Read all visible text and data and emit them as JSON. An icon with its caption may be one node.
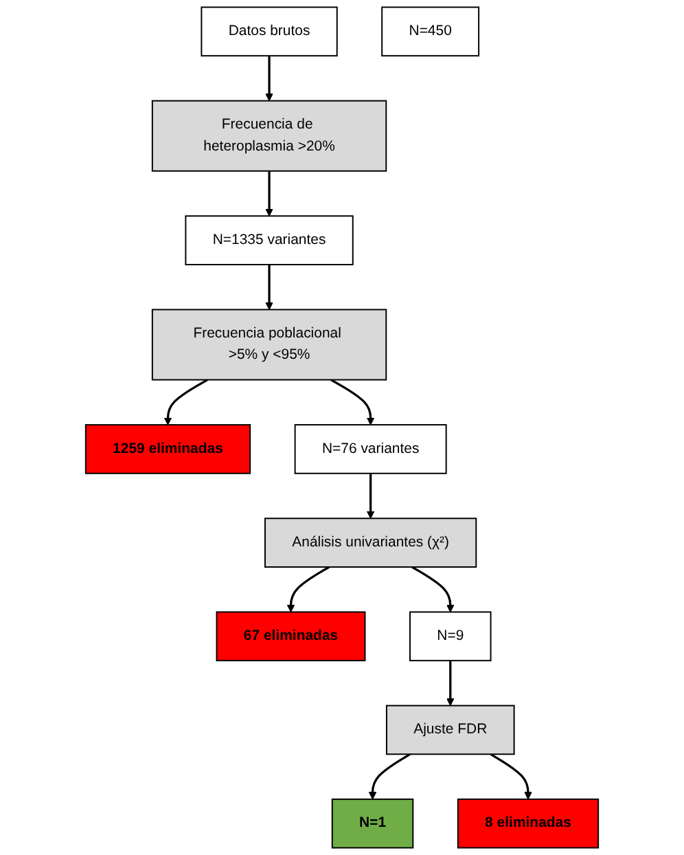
{
  "diagram": {
    "nodes": [
      {
        "text": [
          "Datos brutos"
        ]
      },
      {
        "text": [
          "N=450"
        ]
      },
      {
        "text": [
          "Frecuencia de heteroplasmia >20%"
        ]
      },
      {
        "text": [
          "N=1335 variantes"
        ]
      },
      {
        "text": [
          "Frecuencia poblacional >5% y <95%"
        ]
      },
      {
        "text": [
          "1259 eliminadas"
        ]
      },
      {
        "text": [
          "N=76 variantes"
        ]
      },
      {
        "text": [
          "Análisis univariantes (χ²)"
        ]
      },
      {
        "text": [
          "67 eliminadas"
        ]
      },
      {
        "text": [
          "N=9"
        ]
      },
      {
        "text": [
          "Ajuste FDR"
        ]
      },
      {
        "text": [
          "8 eliminadas"
        ]
      },
      {
        "text": [
          "N=1"
        ]
      }
    ],
    "edges": [
      {
        "from": 0,
        "to": 2,
        "arrow": "to"
      },
      {
        "from": 2,
        "to": 3,
        "arrow": "to"
      },
      {
        "from": 3,
        "to": 4,
        "arrow": "to"
      },
      {
        "from": 4,
        "to": 6,
        "arrow": "to"
      },
      {
        "from": 4,
        "to": 5,
        "arrow": "to"
      },
      {
        "from": 6,
        "to": 7,
        "arrow": "to"
      },
      {
        "from": 7,
        "to": 9,
        "arrow": "to"
      },
      {
        "from": 7,
        "to": 8,
        "arrow": "to"
      },
      {
        "from": 9,
        "to": 10,
        "arrow": "to"
      },
      {
        "from": 10,
        "to": 12,
        "arrow": "to"
      },
      {
        "from": 10,
        "to": 11,
        "arrow": "to"
      }
    ]
  }
}
